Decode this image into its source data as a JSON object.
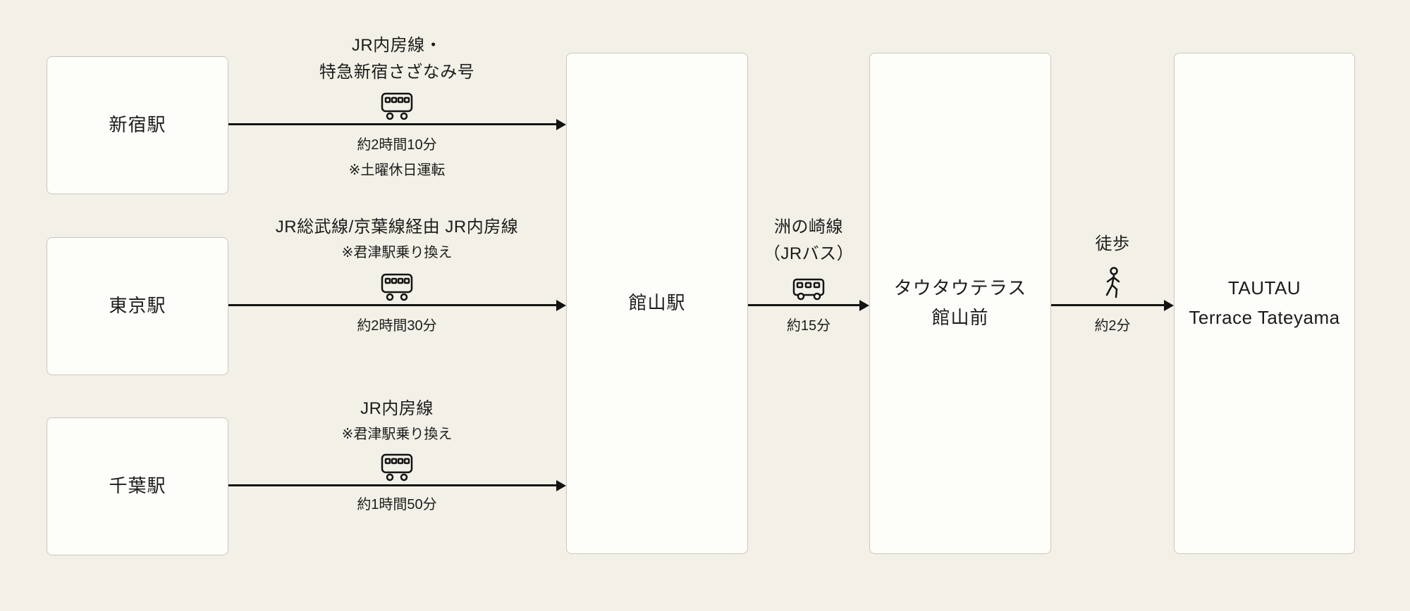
{
  "palette": {
    "background": "#f3f0e7",
    "ink": "#1c1c1c",
    "box_background": "#fdfdfa",
    "box_border": "#cbc7bd"
  },
  "nodes": {
    "shinjuku": {
      "label": "新宿駅"
    },
    "tokyo": {
      "label": "東京駅"
    },
    "chiba": {
      "label": "千葉駅"
    },
    "tateyama_station": {
      "label": "館山駅"
    },
    "tautau_mae": {
      "line1": "タウタウテラス",
      "line2": "館山前"
    },
    "destination": {
      "line1": "TAUTAU",
      "line2": "Terrace Tateyama"
    }
  },
  "edges": {
    "shinjuku_to_tateyama": {
      "icon": "train-icon",
      "line1": "JR内房線・",
      "line2": "特急新宿さざなみ号",
      "duration": "約2時間10分",
      "note": "※土曜休日運転"
    },
    "tokyo_to_tateyama": {
      "icon": "train-icon",
      "line1": "JR総武線/京葉線経由 JR内房線",
      "note": "※君津駅乗り換え",
      "duration": "約2時間30分"
    },
    "chiba_to_tateyama": {
      "icon": "train-icon",
      "line1": "JR内房線",
      "note": "※君津駅乗り換え",
      "duration": "約1時間50分"
    },
    "tateyama_to_tautau_mae": {
      "icon": "bus-icon",
      "line1": "洲の崎線",
      "line2": "（JRバス）",
      "duration": "約15分"
    },
    "tautau_mae_to_destination": {
      "icon": "walk-icon",
      "line1": "徒歩",
      "duration": "約2分"
    }
  }
}
